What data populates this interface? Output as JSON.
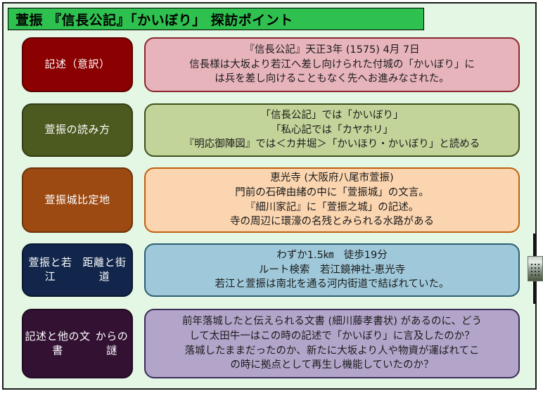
{
  "title": {
    "text": "萱振 『信長公記』「かいぼり」 探訪ポイント",
    "background": "#2fc14f"
  },
  "rows": [
    {
      "label": "記述（意訳）",
      "label_bg": "#8b0000",
      "label_border": "#5e0000",
      "content_bg": "#e8b4bc",
      "content_border": "#8b2730",
      "lines": [
        "『信長公記』天正3年 (1575) 4月 7日",
        "信長様は大坂より若江へ差し向けられた付城の「かいぼり」に",
        "は兵を差し向けることもなく先へお進みなされた。"
      ]
    },
    {
      "label": "萱振の読み方",
      "label_bg": "#4c5a20",
      "label_border": "#333c15",
      "content_bg": "#c3d49a",
      "content_border": "#3f4f1b",
      "lines": [
        "「信長公記」では「かいぼり」",
        "「私心記では「カヤホリ」",
        "『明応御陣図』では＜カ井堀＞「かいほり・かいぼり」と読める"
      ]
    },
    {
      "label": "萱振城比定地",
      "label_bg": "#9c4a12",
      "label_border": "#6f330b",
      "content_bg": "#fbd5b0",
      "content_border": "#c06010",
      "lines": [
        "恵光寺 (大阪府八尾市萱振)",
        "門前の石碑由緒の中に「萱振城」の文言。",
        "『細川家記』に「萱振之城」の記述。",
        "寺の周辺に環濠の名残とみられる水路がある"
      ]
    },
    {
      "label": "萱振と若江\n距離と街道",
      "label_bg": "#11264a",
      "label_border": "#0a1830",
      "content_bg": "#9fc9da",
      "content_border": "#2d5e72",
      "lines": [
        "わずか1.5㎞　徒歩19分",
        "ルート検索　若江鏡神社-恵光寺",
        "若江と萱振は南北を通る河内街道で結ばれていた。"
      ]
    },
    {
      "label": "記述と他の文書\nからの謎",
      "label_bg": "#331133",
      "label_border": "#200a20",
      "content_bg": "#b3a5ca",
      "content_border": "#3b2d57",
      "lines": [
        "前年落城したと伝えられる文書 (細川藤孝書状) があるのに、どう",
        "して太田牛一はこの時の記述で「かいぼり」に言及したのか？",
        "落城したままだったのか、新たに大坂より人や物資が運ばれてこ",
        "の時に拠点として再生し機能していたのか？"
      ]
    }
  ],
  "grip_widget": {
    "name": "resize-grip"
  }
}
